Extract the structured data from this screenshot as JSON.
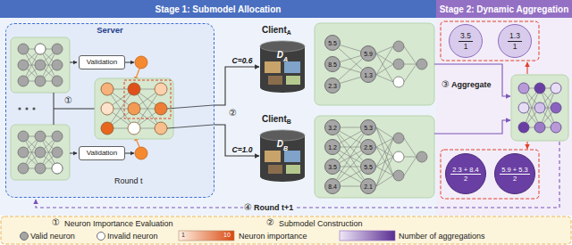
{
  "diagram": {
    "nodes": [
      {
        "text": [
          "Stage 1: Submodel Allocation"
        ]
      },
      {
        "text": [
          "Stage 2: Dynamic Aggregation"
        ]
      },
      {
        "text": [
          "Server"
        ]
      },
      {
        "text": [
          "Validation"
        ],
        "in": 2
      },
      {
        "text": [
          "Validation"
        ],
        "in": 2
      },
      {
        "text": [
          "D",
          "A"
        ]
      },
      {
        "text": [
          "5.5"
        ]
      },
      {
        "text": [
          "8.5"
        ]
      },
      {
        "text": [
          "2.3"
        ]
      },
      {
        "text": [
          "5.9"
        ]
      },
      {
        "text": [
          "1.3"
        ]
      },
      {
        "text": [
          "D",
          "B"
        ]
      },
      {
        "text": [
          "3.2"
        ]
      },
      {
        "text": [
          "1.2"
        ]
      },
      {
        "text": [
          "3.5"
        ]
      },
      {
        "text": [
          "8.4"
        ]
      },
      {
        "text": [
          "5.3"
        ]
      },
      {
        "text": [
          "2.5"
        ]
      },
      {
        "text": [
          "5.5"
        ]
      },
      {
        "text": [
          "2.1"
        ]
      },
      {
        "text": [
          "3.5",
          "1"
        ]
      },
      {
        "text": [
          "1.3",
          "1"
        ]
      },
      {
        "text": [
          "2.3 + 8.4",
          "2"
        ]
      },
      {
        "text": [
          "5.9 + 5.3",
          "2"
        ]
      }
    ],
    "edges": [
      {
        "from": 2,
        "to": 5,
        "label": "C=0.6",
        "arrow": "to"
      },
      {
        "from": 2,
        "to": 11,
        "label": "C=1.0",
        "arrow": "to"
      },
      {
        "from": 6,
        "to": 9,
        "arrow": "none"
      },
      {
        "from": 6,
        "to": 10,
        "arrow": "none"
      },
      {
        "from": 7,
        "to": 9,
        "arrow": "none"
      },
      {
        "from": 7,
        "to": 10,
        "arrow": "none"
      },
      {
        "from": 8,
        "to": 9,
        "arrow": "none"
      },
      {
        "from": 8,
        "to": 10,
        "arrow": "none"
      },
      {
        "from": 12,
        "to": 16,
        "arrow": "none"
      },
      {
        "from": 12,
        "to": 17,
        "arrow": "none"
      },
      {
        "from": 12,
        "to": 18,
        "arrow": "none"
      },
      {
        "from": 12,
        "to": 19,
        "arrow": "none"
      },
      {
        "from": 13,
        "to": 16,
        "arrow": "none"
      },
      {
        "from": 13,
        "to": 17,
        "arrow": "none"
      },
      {
        "from": 13,
        "to": 18,
        "arrow": "none"
      },
      {
        "from": 13,
        "to": 19,
        "arrow": "none"
      },
      {
        "from": 14,
        "to": 16,
        "arrow": "none"
      },
      {
        "from": 14,
        "to": 17,
        "arrow": "none"
      },
      {
        "from": 14,
        "to": 18,
        "arrow": "none"
      },
      {
        "from": 14,
        "to": 19,
        "arrow": "none"
      },
      {
        "from": 15,
        "to": 16,
        "arrow": "none"
      },
      {
        "from": 15,
        "to": 17,
        "arrow": "none"
      },
      {
        "from": 15,
        "to": 18,
        "arrow": "none"
      },
      {
        "from": 15,
        "to": 19,
        "arrow": "none"
      }
    ],
    "labels": [
      "①",
      "Round t",
      "②",
      "Client",
      "A",
      "Client",
      "B",
      "③",
      "Aggregate",
      "④",
      "Round t+1",
      "①",
      "②",
      "1",
      "10"
    ],
    "legend": [
      {
        "text": "Neuron Importance Evaluation"
      },
      {
        "text": "Submodel Construction"
      },
      {
        "text": "Valid neuron",
        "color": "#a6a6a6"
      },
      {
        "text": "Invalid neuron",
        "color": "#ffffff"
      },
      {
        "text": "Neuron importance"
      },
      {
        "text": "Number of aggregations"
      }
    ]
  }
}
